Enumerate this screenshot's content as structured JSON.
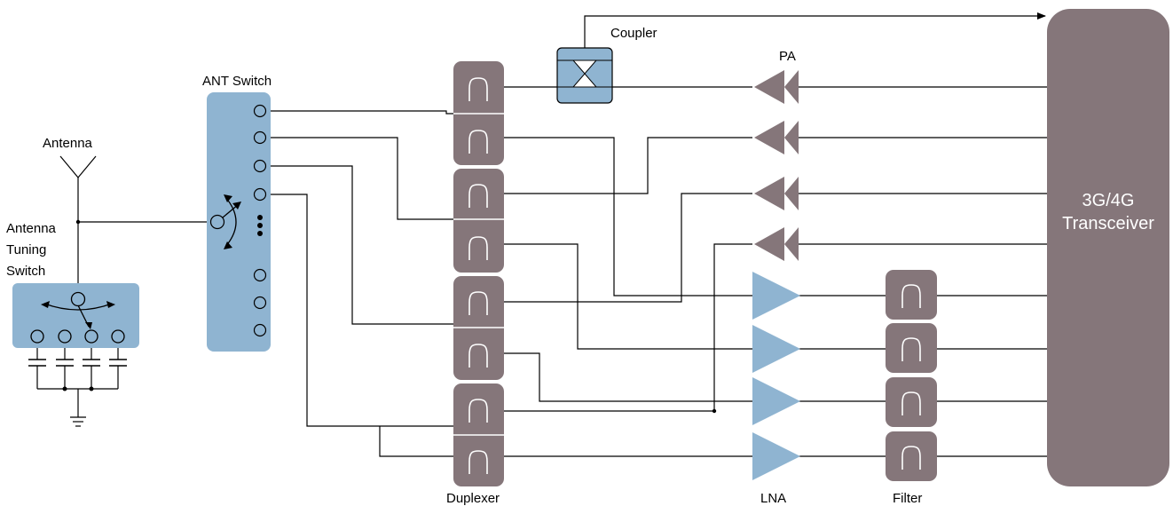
{
  "labels": {
    "antenna": "Antenna",
    "antenna_tuning_switch": [
      "Antenna",
      "Tuning",
      "Switch"
    ],
    "ant_switch": "ANT Switch",
    "coupler": "Coupler",
    "pa": "PA",
    "transceiver": [
      "3G/4G",
      "Transceiver"
    ],
    "duplexer": "Duplexer",
    "lna": "LNA",
    "filter": "Filter"
  },
  "colors": {
    "switch_fill": "#8fb4d1",
    "duplexer_fill": "#85767a",
    "transceiver_fill": "#85767a",
    "amp_pa_fill": "#85767a",
    "amp_lna_fill": "#8fb4d1",
    "wire": "#000000"
  }
}
